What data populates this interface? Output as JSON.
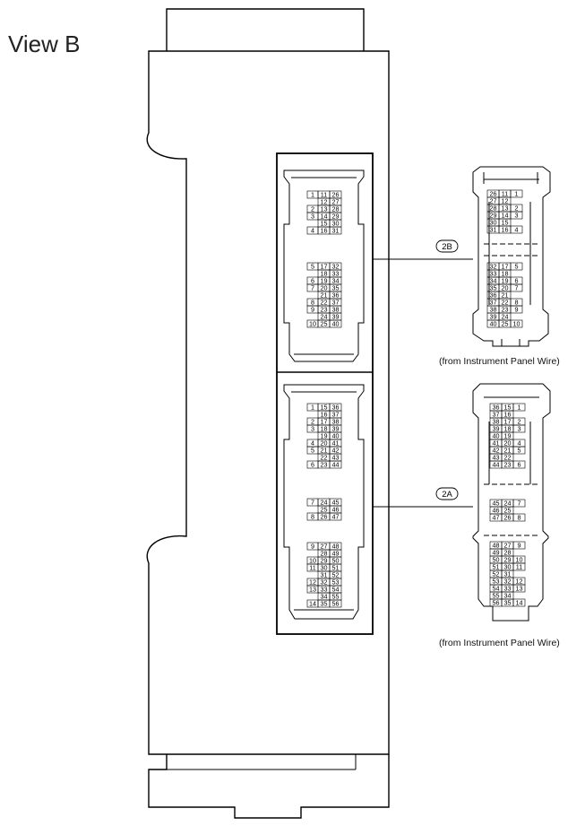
{
  "view_title": "View B",
  "connectors": [
    {
      "id": "2B",
      "label": "2B",
      "caption": "(from Instrument Panel Wire)"
    },
    {
      "id": "2A",
      "label": "2A",
      "caption": "(from Instrument Panel Wire)"
    }
  ],
  "pcb_2B": {
    "group_a": {
      "rows": [
        [
          "1",
          "11",
          "26"
        ],
        [
          "",
          "12",
          "27"
        ],
        [
          "2",
          "13",
          "28"
        ],
        [
          "3",
          "14",
          "29"
        ],
        [
          "",
          "15",
          "30"
        ],
        [
          "4",
          "16",
          "31"
        ]
      ]
    },
    "group_b": {
      "rows": [
        [
          "5",
          "17",
          "32"
        ],
        [
          "",
          "18",
          "33"
        ],
        [
          "6",
          "19",
          "34"
        ],
        [
          "7",
          "20",
          "35"
        ],
        [
          "",
          "21",
          "36"
        ],
        [
          "8",
          "22",
          "37"
        ],
        [
          "9",
          "23",
          "38"
        ],
        [
          "",
          "24",
          "39"
        ],
        [
          "10",
          "25",
          "40"
        ]
      ]
    }
  },
  "pcb_2A": {
    "group_a": {
      "rows": [
        [
          "1",
          "15",
          "36"
        ],
        [
          "",
          "16",
          "37"
        ],
        [
          "2",
          "17",
          "38"
        ],
        [
          "3",
          "18",
          "39"
        ],
        [
          "",
          "19",
          "40"
        ],
        [
          "4",
          "20",
          "41"
        ],
        [
          "5",
          "21",
          "42"
        ],
        [
          "",
          "22",
          "43"
        ],
        [
          "6",
          "23",
          "44"
        ]
      ]
    },
    "group_b": {
      "rows": [
        [
          "7",
          "24",
          "45"
        ],
        [
          "",
          "25",
          "46"
        ],
        [
          "8",
          "26",
          "47"
        ]
      ]
    },
    "group_c": {
      "rows": [
        [
          "9",
          "27",
          "48"
        ],
        [
          "",
          "28",
          "49"
        ],
        [
          "10",
          "29",
          "50"
        ],
        [
          "11",
          "30",
          "51"
        ],
        [
          "",
          "31",
          "52"
        ],
        [
          "12",
          "32",
          "53"
        ],
        [
          "13",
          "33",
          "54"
        ],
        [
          "",
          "34",
          "55"
        ],
        [
          "14",
          "35",
          "56"
        ]
      ]
    }
  },
  "plug_2B": {
    "group_a": {
      "rows": [
        [
          "26",
          "11",
          "1"
        ],
        [
          "27",
          "12",
          ""
        ],
        [
          "28",
          "13",
          "2"
        ],
        [
          "29",
          "14",
          "3"
        ],
        [
          "30",
          "15",
          ""
        ],
        [
          "31",
          "16",
          "4"
        ]
      ]
    },
    "group_b": {
      "rows": [
        [
          "32",
          "17",
          "5"
        ],
        [
          "33",
          "18",
          ""
        ],
        [
          "34",
          "19",
          "6"
        ],
        [
          "35",
          "20",
          "7"
        ],
        [
          "36",
          "21",
          ""
        ],
        [
          "37",
          "22",
          "8"
        ],
        [
          "38",
          "23",
          "9"
        ],
        [
          "39",
          "24",
          ""
        ],
        [
          "40",
          "25",
          "10"
        ]
      ]
    }
  },
  "plug_2A": {
    "group_a": {
      "rows": [
        [
          "36",
          "15",
          "1"
        ],
        [
          "37",
          "16",
          ""
        ],
        [
          "38",
          "17",
          "2"
        ],
        [
          "39",
          "18",
          "3"
        ],
        [
          "40",
          "19",
          ""
        ],
        [
          "41",
          "20",
          "4"
        ],
        [
          "42",
          "21",
          "5"
        ],
        [
          "43",
          "22",
          ""
        ],
        [
          "44",
          "23",
          "6"
        ]
      ]
    },
    "group_b": {
      "rows": [
        [
          "45",
          "24",
          "7"
        ],
        [
          "46",
          "25",
          ""
        ],
        [
          "47",
          "26",
          "8"
        ]
      ]
    },
    "group_c": {
      "rows": [
        [
          "48",
          "27",
          "9"
        ],
        [
          "49",
          "28",
          ""
        ],
        [
          "50",
          "29",
          "10"
        ],
        [
          "51",
          "30",
          "11"
        ],
        [
          "52",
          "31",
          ""
        ],
        [
          "53",
          "32",
          "12"
        ],
        [
          "54",
          "33",
          "13"
        ],
        [
          "55",
          "34",
          ""
        ],
        [
          "56",
          "35",
          "14"
        ]
      ]
    }
  }
}
